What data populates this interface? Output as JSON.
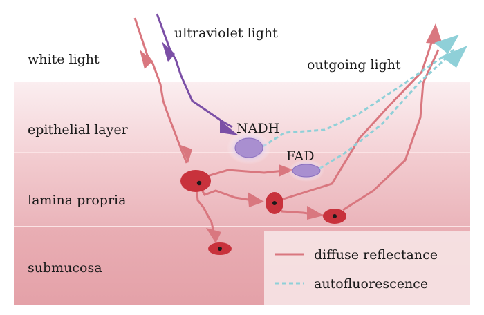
{
  "labels": {
    "white_light": "white light",
    "ultraviolet_light": "ultraviolet light",
    "outgoing_light": "outgoing light",
    "epithelial_layer": "epithelial layer",
    "lamina_propria": "lamina propria",
    "submucosa": "submucosa",
    "nadh": "NADH",
    "fad": "FAD"
  },
  "legend": {
    "diffuse_reflectance": "diffuse reflectance",
    "autofluorescence": "autofluorescence"
  },
  "colors": {
    "diffuse": "#d9777f",
    "autofluorescence": "#8fd0d8",
    "ultraviolet": "#7b4fa6",
    "cell": "#c8323c",
    "fluorophore": "#a98fd0"
  }
}
